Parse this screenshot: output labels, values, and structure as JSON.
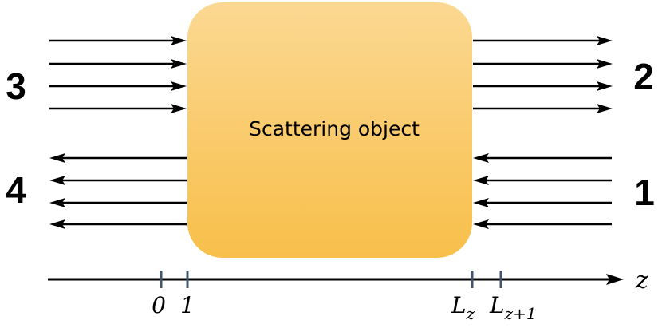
{
  "object": {
    "label": "Scattering object",
    "gradient_top": "#fbd892",
    "gradient_bottom": "#f8bf4a"
  },
  "ports": {
    "p1": "1",
    "p2": "2",
    "p3": "3",
    "p4": "4"
  },
  "axis": {
    "variable": "z",
    "ticks": {
      "t0": "0",
      "t1": "1",
      "tLz_base": "L",
      "tLz_sub": "z",
      "tLz1_base": "L",
      "tLz1_sub": "z+1"
    },
    "tick_color": "#44546a"
  },
  "arrows": {
    "color": "#000000",
    "groups": [
      {
        "name": "incoming-left",
        "direction": "right",
        "count": 4
      },
      {
        "name": "outgoing-left",
        "direction": "left",
        "count": 4
      },
      {
        "name": "outgoing-right",
        "direction": "right",
        "count": 4
      },
      {
        "name": "incoming-right",
        "direction": "left",
        "count": 4
      }
    ]
  }
}
